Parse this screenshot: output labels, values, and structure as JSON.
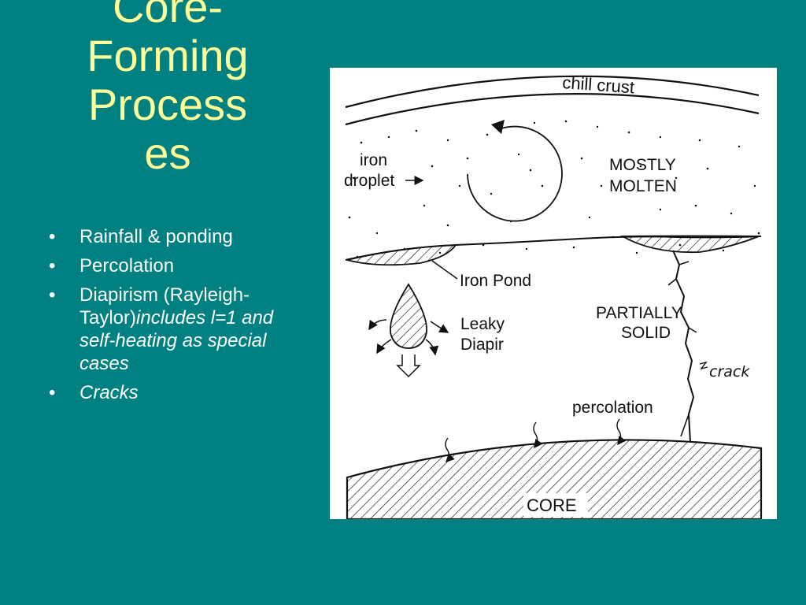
{
  "slide": {
    "title_lines": [
      "Core-",
      "Forming",
      "Process",
      "es"
    ],
    "bullets": [
      {
        "text": "Rainfall & ponding",
        "italic_text": ""
      },
      {
        "text": "Percolation",
        "italic_text": ""
      },
      {
        "text": "Diapirism (Rayleigh-Taylor)",
        "italic_text": "includes l=1 and self-heating as special cases"
      },
      {
        "text": "",
        "italic_text": "Cracks"
      }
    ]
  },
  "diagram": {
    "labels": {
      "chill_crust": "chill  crust",
      "iron": "iron",
      "droplet": "droplet",
      "mostly": "MOSTLY",
      "molten": "MOLTEN",
      "iron_pond": "Iron Pond",
      "leaky": "Leaky",
      "diapir": "Diapir",
      "partially": "PARTIALLY",
      "solid": "SOLID",
      "crack": "crack",
      "percolation": "percolation",
      "core": "CORE"
    }
  }
}
